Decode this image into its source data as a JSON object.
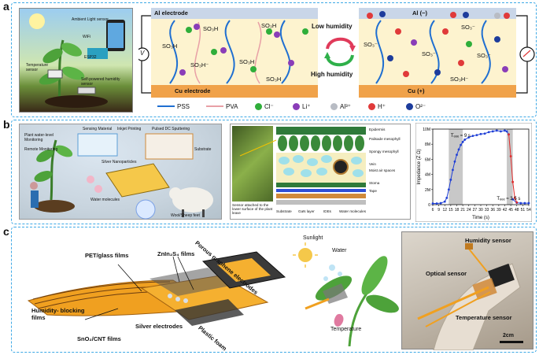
{
  "panels": {
    "a": "a",
    "b": "b",
    "c": "c"
  },
  "a": {
    "photo_labels": {
      "ambient": "Ambient Light sensor",
      "wifi": "WiFi",
      "esp": "ESP32",
      "temp": "Temperature sensor",
      "humidity": "Self-powered humidity sensor"
    },
    "left_cell": {
      "top_electrode": "Al electrode",
      "bottom_electrode": "Cu electrode",
      "groups": [
        "SO₃H",
        "SO₃H",
        "SO₃H",
        "SO₃H⁻",
        "SO₃H",
        "SO₃H"
      ]
    },
    "right_cell": {
      "top_electrode": "Al (−)",
      "bottom_electrode": "Cu (+)",
      "groups": [
        "SO₃⁻",
        "SO₃⁻",
        "SO₃⁻",
        "SO₃⁻",
        "SO₃H⁻"
      ]
    },
    "arrows": {
      "low": "Low humidity",
      "high": "High humidity"
    },
    "meter_symbol": "V",
    "legend": [
      {
        "label": "PSS",
        "kind": "line",
        "color": "#1f6fd1"
      },
      {
        "label": "PVA",
        "kind": "line",
        "color": "#e8a0a6"
      },
      {
        "label": "Cl⁻",
        "kind": "dot",
        "color": "#2fae3a"
      },
      {
        "label": "Li⁺",
        "kind": "dot",
        "color": "#8a3db8"
      },
      {
        "label": "Al³⁺",
        "kind": "dot",
        "color": "#b8bcc4"
      },
      {
        "label": "H⁺",
        "kind": "dot",
        "color": "#e03a3a"
      },
      {
        "label": "O²⁻",
        "kind": "dot",
        "color": "#1d3c9c"
      }
    ]
  },
  "b": {
    "scene_labels": {
      "plant_water": "Plant water-level Monitoring",
      "remote": "Remote Monitoring",
      "sensing": "Sensing Material",
      "inkjet": "Inkjet Printing",
      "sputter": "Pulsed DC Sputtering",
      "substrate": "Substrate",
      "silver": "Silver Nanoparticles",
      "water": "Water molecules",
      "wool": "Wool/Sheep feet"
    },
    "cross_section": {
      "layers": [
        "Epidermis",
        "Palisade mesophyll",
        "Spongy mesophyll",
        "Vein",
        "Moist air spaces",
        "Stoma",
        "Tape"
      ],
      "bottom": [
        "Substrate",
        "GaN layer",
        "IDEs",
        "Water molecules"
      ],
      "caption": "Sensor attached to the lower surface of the plant leave"
    },
    "chart_data": {
      "type": "line",
      "title": "",
      "xlabel": "Time (s)",
      "ylabel": "Impedance (Z Ω)",
      "x_ticks": [
        "6",
        "9",
        "12",
        "15",
        "18",
        "21",
        "24",
        "27",
        "30",
        "33",
        "36",
        "39",
        "42",
        "45",
        "48",
        "51",
        "54"
      ],
      "y_ticks": [
        "0",
        "2M",
        "4M",
        "6M",
        "8M",
        "10M"
      ],
      "xlim": [
        6,
        54
      ],
      "ylim": [
        0,
        10000000
      ],
      "shaded": [
        [
          14,
          21
        ],
        [
          43,
          46
        ]
      ],
      "annotations": [
        "Tₑₑₑ ≈ 9 s",
        "Tₑₑₑ ≈ 3.5 s"
      ],
      "rise": {
        "color": "#1f3fd6",
        "x": [
          6,
          8,
          10,
          12,
          13,
          14,
          15,
          16,
          17,
          18,
          19,
          20,
          21,
          22,
          24,
          26,
          28,
          30,
          32,
          34,
          36,
          38,
          40,
          42,
          43,
          44
        ],
        "y": [
          0.15,
          0.15,
          0.2,
          0.4,
          0.9,
          2.0,
          3.3,
          4.6,
          5.7,
          6.6,
          7.3,
          7.9,
          8.3,
          8.6,
          8.9,
          9.1,
          9.2,
          9.35,
          9.4,
          9.6,
          9.7,
          9.8,
          9.7,
          9.8,
          9.7,
          9.3
        ]
      },
      "fall": {
        "color": "#e02a2a",
        "x": [
          44,
          45,
          46,
          47,
          48
        ],
        "y": [
          9.3,
          6.4,
          3.0,
          0.9,
          0.3
        ]
      },
      "tail": {
        "color": "#1f3fd6",
        "x": [
          46,
          48,
          50,
          52,
          54
        ],
        "y": [
          0.7,
          0.25,
          0.2,
          0.2,
          0.2
        ]
      }
    }
  },
  "c": {
    "device_labels": {
      "pet": "PET/glass films",
      "znin": "ZnIn₂S₄ films",
      "porous": "Porous graphene electrodes",
      "humid_block": "Humidity- blocking films",
      "sno": "SnO₂/CNT films",
      "silver": "Silver electrodes",
      "foam": "Plastic foam"
    },
    "plant_labels": {
      "sun": "Sunlight",
      "water": "Water",
      "temp": "Temperature"
    },
    "photo_labels": {
      "humidity": "Humidity sensor",
      "optical": "Optical sensor",
      "temp": "Temperature sensor"
    },
    "scale_bar": "2cm"
  }
}
